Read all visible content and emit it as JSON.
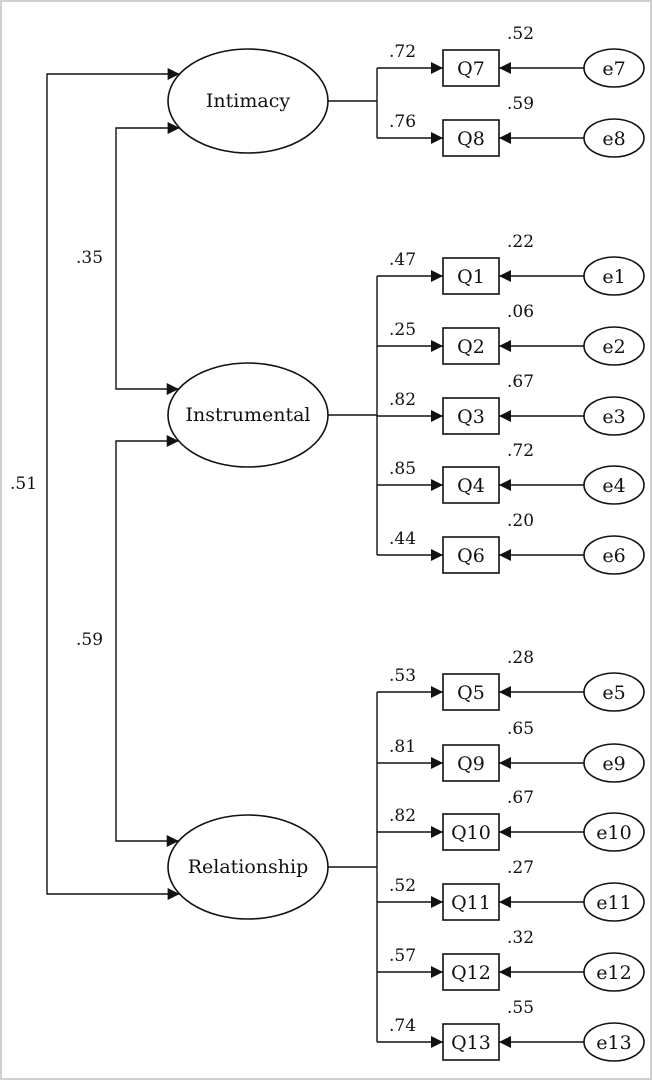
{
  "factors": [
    {
      "id": "intimacy",
      "label": "Intimacy"
    },
    {
      "id": "instrumental",
      "label": "Instrumental"
    },
    {
      "id": "relationship",
      "label": "Relationship"
    }
  ],
  "correlations": [
    {
      "from": "intimacy",
      "to": "instrumental",
      "value": ".35"
    },
    {
      "from": "instrumental",
      "to": "relationship",
      "value": ".59"
    },
    {
      "from": "intimacy",
      "to": "relationship",
      "value": ".51"
    }
  ],
  "indicators": [
    {
      "factor": "intimacy",
      "item": "Q7",
      "loading": ".72",
      "r2": ".52",
      "error": "e7"
    },
    {
      "factor": "intimacy",
      "item": "Q8",
      "loading": ".76",
      "r2": ".59",
      "error": "e8"
    },
    {
      "factor": "instrumental",
      "item": "Q1",
      "loading": ".47",
      "r2": ".22",
      "error": "e1"
    },
    {
      "factor": "instrumental",
      "item": "Q2",
      "loading": ".25",
      "r2": ".06",
      "error": "e2"
    },
    {
      "factor": "instrumental",
      "item": "Q3",
      "loading": ".82",
      "r2": ".67",
      "error": "e3"
    },
    {
      "factor": "instrumental",
      "item": "Q4",
      "loading": ".85",
      "r2": ".72",
      "error": "e4"
    },
    {
      "factor": "instrumental",
      "item": "Q6",
      "loading": ".44",
      "r2": ".20",
      "error": "e6"
    },
    {
      "factor": "relationship",
      "item": "Q5",
      "loading": ".53",
      "r2": ".28",
      "error": "e5"
    },
    {
      "factor": "relationship",
      "item": "Q9",
      "loading": ".81",
      "r2": ".65",
      "error": "e9"
    },
    {
      "factor": "relationship",
      "item": "Q10",
      "loading": ".82",
      "r2": ".67",
      "error": "e10"
    },
    {
      "factor": "relationship",
      "item": "Q11",
      "loading": ".52",
      "r2": ".27",
      "error": "e11"
    },
    {
      "factor": "relationship",
      "item": "Q12",
      "loading": ".57",
      "r2": ".32",
      "error": "e12"
    },
    {
      "factor": "relationship",
      "item": "Q13",
      "loading": ".74",
      "r2": ".55",
      "error": "e13"
    }
  ]
}
